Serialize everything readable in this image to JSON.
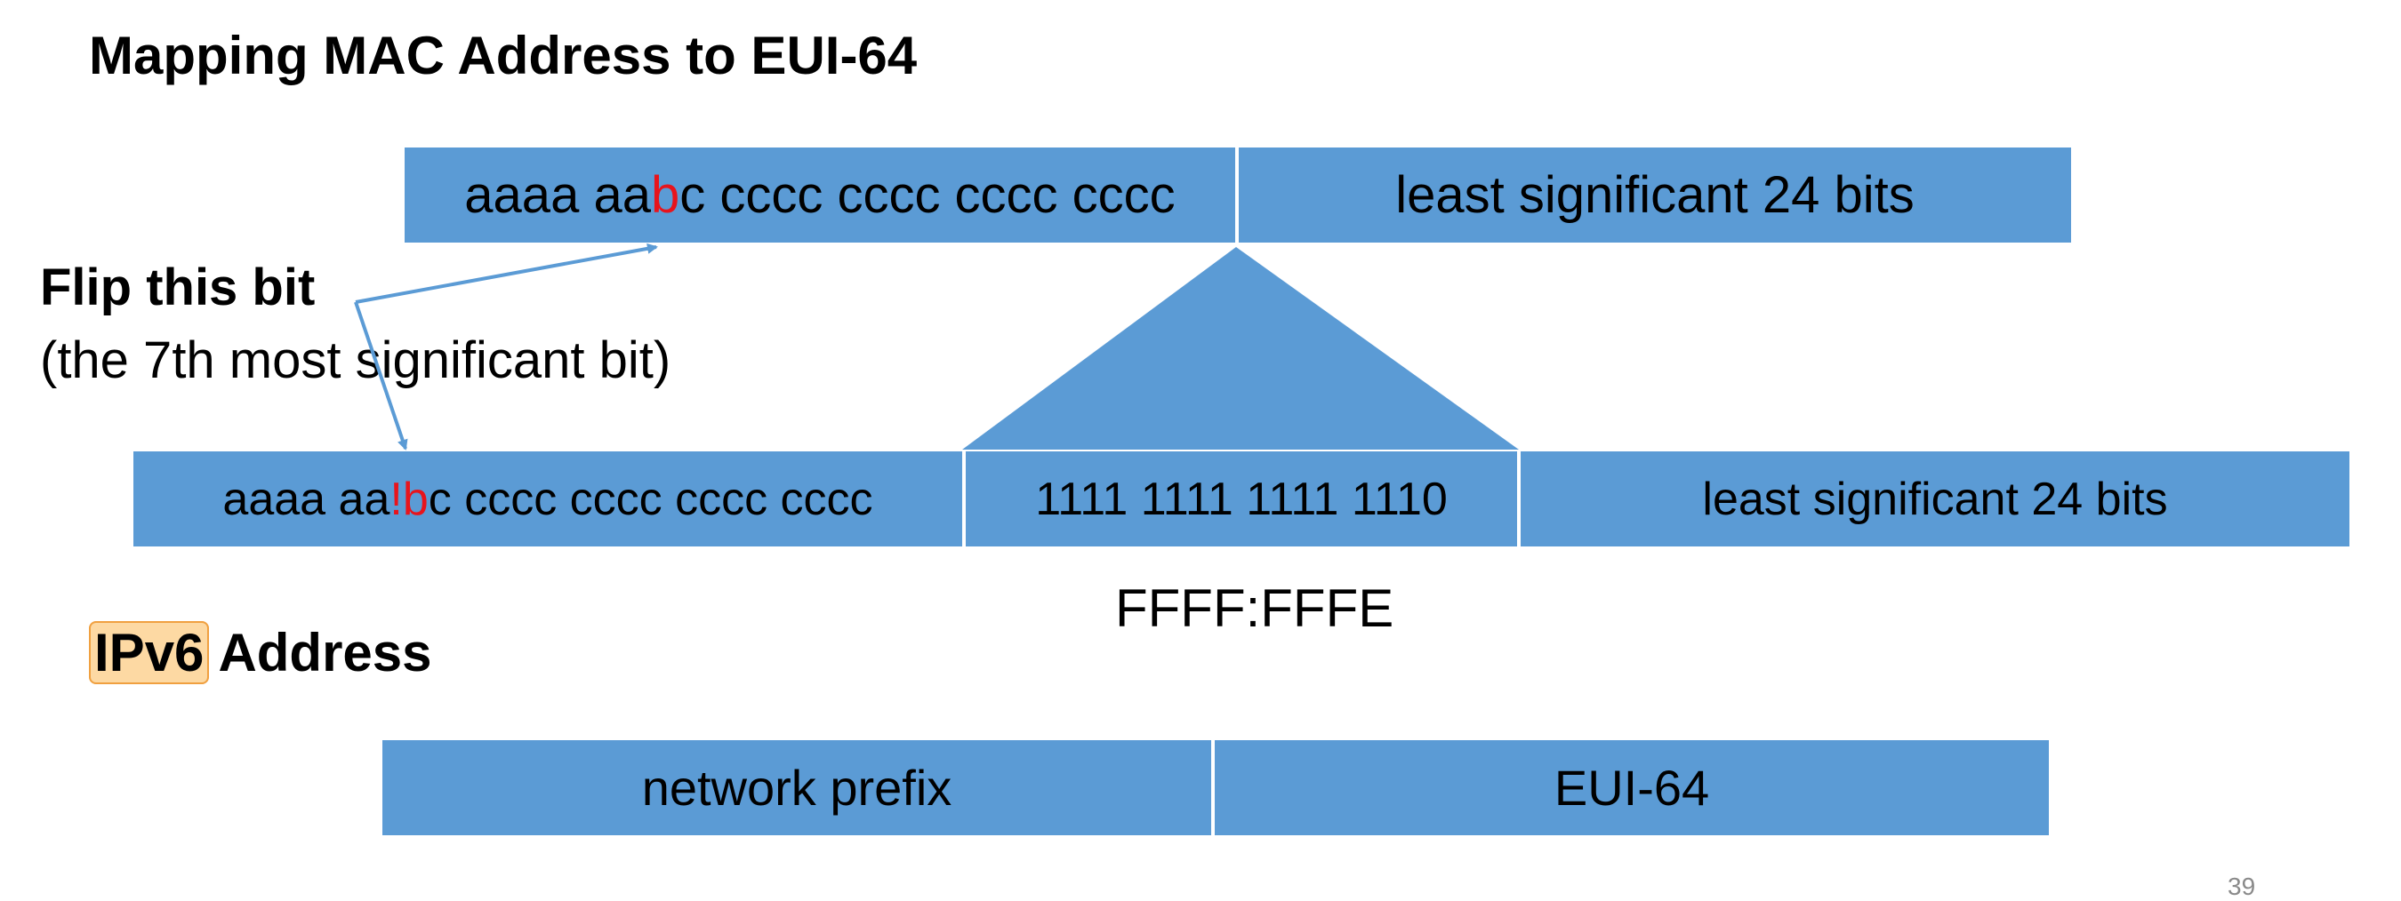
{
  "title": "Mapping MAC Address to EUI-64",
  "mac": {
    "upper_pre": "aaaa aa",
    "upper_bit": "b",
    "upper_post": "c cccc cccc cccc cccc",
    "lower": "least significant 24 bits"
  },
  "eui": {
    "upper_pre": "aaaa aa",
    "flipped_bit": "!b",
    "upper_post": "c cccc cccc cccc cccc",
    "middle": "1111 1111 1111 1110",
    "lower": "least significant 24 bits",
    "middle_hex": "FFFF:FFFE"
  },
  "annotation": {
    "heading": "Flip this bit",
    "detail": "(the 7th most significant bit)"
  },
  "ipv6": {
    "highlight": "IPv6",
    "rest": "Address",
    "prefix": "network prefix",
    "suffix": "EUI-64"
  },
  "page_number": "39",
  "colors": {
    "box": "#5b9bd5",
    "arrow": "#5b9bd5",
    "flipped_bit": "#e8141c",
    "highlight_fill": "#fdd9a3",
    "highlight_border": "#f0a040"
  }
}
